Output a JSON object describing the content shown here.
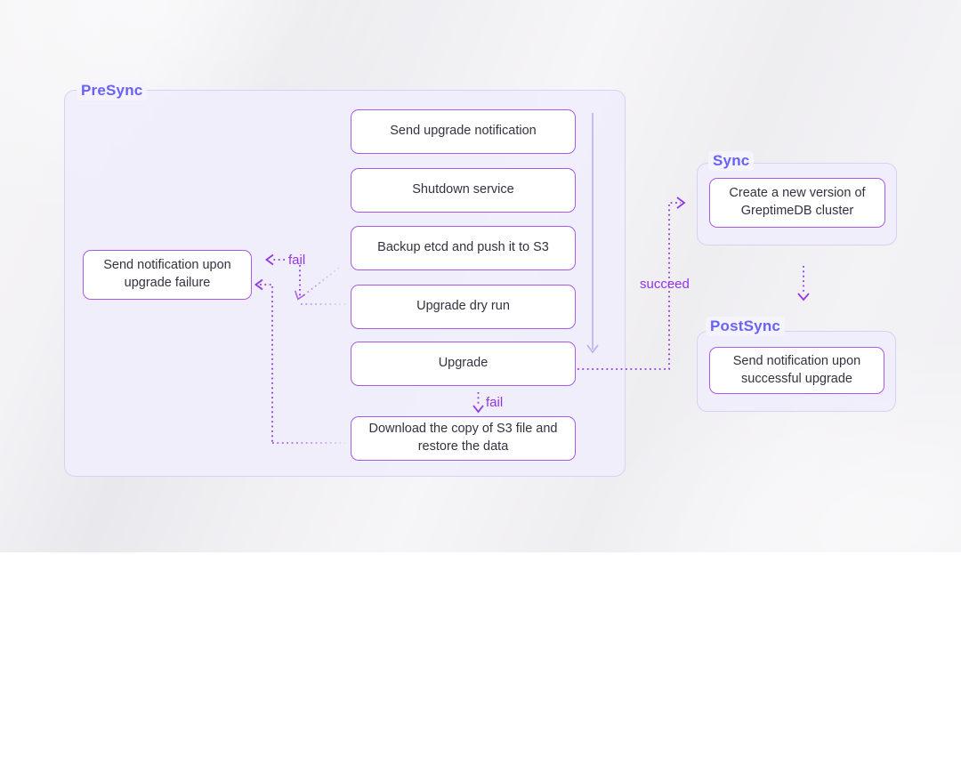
{
  "diagram": {
    "title_context": "Upgrade flow diagram",
    "presync": {
      "label": "PreSync",
      "nodes": [
        {
          "label": "Send upgrade notification"
        },
        {
          "label": "Shutdown service"
        },
        {
          "label": "Backup etcd and push it to S3"
        },
        {
          "label": "Upgrade dry run"
        },
        {
          "label": "Upgrade"
        },
        {
          "label": "Download the copy of S3 file and restore the data"
        }
      ],
      "failure_node": {
        "label": "Send notification upon upgrade failure"
      }
    },
    "sync": {
      "label": "Sync",
      "nodes": [
        {
          "label": "Create a new version of GreptimeDB cluster"
        }
      ]
    },
    "postsync": {
      "label": "PostSync",
      "nodes": [
        {
          "label": "Send notification upon successful upgrade"
        }
      ]
    },
    "edge_labels": {
      "fail_to_notification": "fail",
      "fail_to_restore": "fail",
      "succeed": "succeed"
    },
    "colors": {
      "group_label": "#6a62f3",
      "node_border": "#a55ae8",
      "node_text": "#34323f",
      "dotted_edge": "#9137e8",
      "edge_label": "#9333ea",
      "flow_line": "#b9b1f0",
      "group_fill": "#f0eefb",
      "group_border": "#d8d1f3",
      "background": "#f1f0f3"
    }
  }
}
